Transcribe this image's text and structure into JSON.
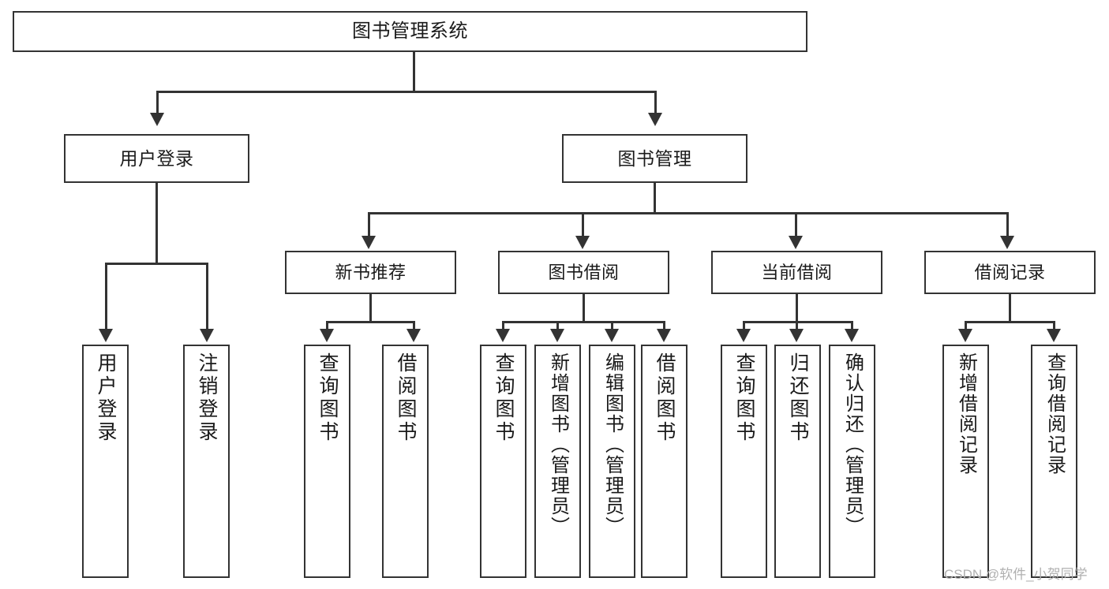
{
  "diagram": {
    "title": "图书管理系统",
    "type": "tree-hierarchy",
    "root": {
      "label": "图书管理系统"
    },
    "level2": [
      {
        "label": "用户登录"
      },
      {
        "label": "图书管理"
      }
    ],
    "level3": [
      {
        "label": "新书推荐"
      },
      {
        "label": "图书借阅"
      },
      {
        "label": "当前借阅"
      },
      {
        "label": "借阅记录"
      }
    ],
    "leaves": {
      "user_login": [
        {
          "label": "用户登录"
        },
        {
          "label": "注销登录"
        }
      ],
      "new_book_recommend": [
        {
          "label": "查询图书"
        },
        {
          "label": "借阅图书"
        }
      ],
      "book_borrow": [
        {
          "label": "查询图书"
        },
        {
          "label": "新增图书（管理员）"
        },
        {
          "label": "编辑图书（管理员）"
        },
        {
          "label": "借阅图书"
        }
      ],
      "current_borrow": [
        {
          "label": "查询图书"
        },
        {
          "label": "归还图书"
        },
        {
          "label": "确认归还（管理员）"
        }
      ],
      "borrow_record": [
        {
          "label": "新增借阅记录"
        },
        {
          "label": "查询借阅记录"
        }
      ]
    }
  },
  "watermark": {
    "text": "CSDN @软件_小贺同学"
  },
  "colors": {
    "stroke": "#333333",
    "background": "#ffffff",
    "text": "#1a1a1a",
    "watermark": "#b0b0b0"
  }
}
